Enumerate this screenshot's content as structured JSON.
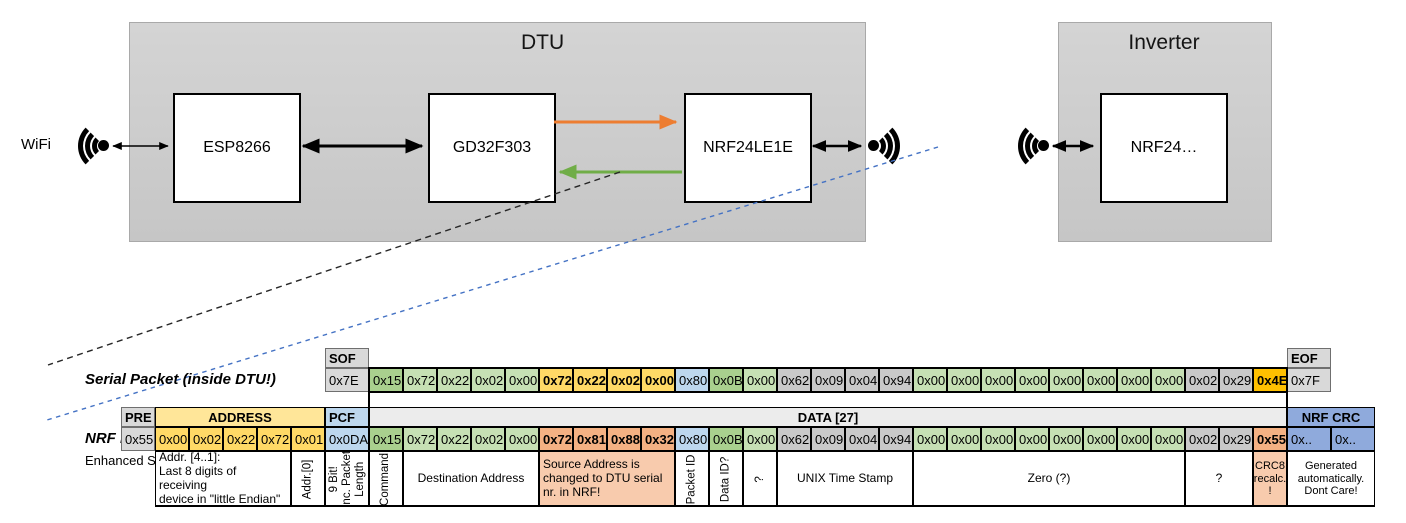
{
  "palette": {
    "hdr": "#D9D9D9",
    "dataHdr": "#ECECEC",
    "g1": "#A9D08E",
    "g2": "#C6E0B4",
    "yel": "#FFD966",
    "yelHdr": "#FFE699",
    "blu": "#BDD7EE",
    "crc": "#8FAADC",
    "gry": "#C9C9C9",
    "gold": "#FFC000",
    "sal": "#F4B183",
    "sal2": "#F8CBAD",
    "white": "#FFFFFF",
    "orange_arrow": "#ED7D31",
    "green_arrow": "#70AD47",
    "blue_dash": "#4472C4"
  },
  "diagram": {
    "wifi_label": "WiFi",
    "dtu_title": "DTU",
    "inverter_title": "Inverter",
    "esp_label": "ESP8266",
    "gd_label": "GD32F303",
    "nrf_label": "NRF24LE1E",
    "inverter_nrf_label": "NRF24…"
  },
  "serial_packet": {
    "label": "Serial Packet (inside DTU!)",
    "headers": [
      {
        "label": "SOF",
        "k": "hdr",
        "c0": 0,
        "c1": 0
      },
      {
        "label": "EOF",
        "k": "hdr",
        "c0": 28,
        "c1": 28
      }
    ],
    "bytes": [
      {
        "v": "0x7E",
        "k": "hdr"
      },
      {
        "v": "0x15",
        "k": "g1"
      },
      {
        "v": "0x72",
        "k": "g2"
      },
      {
        "v": "0x22",
        "k": "g2"
      },
      {
        "v": "0x02",
        "k": "g2"
      },
      {
        "v": "0x00",
        "k": "g2"
      },
      {
        "v": "0x72",
        "k": "yel",
        "b": 1
      },
      {
        "v": "0x22",
        "k": "yel",
        "b": 1
      },
      {
        "v": "0x02",
        "k": "yel",
        "b": 1
      },
      {
        "v": "0x00",
        "k": "yel",
        "b": 1
      },
      {
        "v": "0x80",
        "k": "blu"
      },
      {
        "v": "0x0B",
        "k": "g1"
      },
      {
        "v": "0x00",
        "k": "g2"
      },
      {
        "v": "0x62",
        "k": "gry"
      },
      {
        "v": "0x09",
        "k": "gry"
      },
      {
        "v": "0x04",
        "k": "gry"
      },
      {
        "v": "0x94",
        "k": "gry"
      },
      {
        "v": "0x00",
        "k": "g2"
      },
      {
        "v": "0x00",
        "k": "g2"
      },
      {
        "v": "0x00",
        "k": "g2"
      },
      {
        "v": "0x00",
        "k": "g2"
      },
      {
        "v": "0x00",
        "k": "g2"
      },
      {
        "v": "0x00",
        "k": "g2"
      },
      {
        "v": "0x00",
        "k": "g2"
      },
      {
        "v": "0x00",
        "k": "g2"
      },
      {
        "v": "0x02",
        "k": "gry"
      },
      {
        "v": "0x29",
        "k": "gry"
      },
      {
        "v": "0x4E",
        "k": "gold",
        "b": 1
      },
      {
        "v": "0x7F",
        "k": "hdr"
      }
    ]
  },
  "nrf_packet": {
    "label": "NRF Packet",
    "sublabel": "Enhanced Shockburst",
    "headers": [
      {
        "label": "PRE",
        "k": "hdr",
        "c0": 0,
        "c1": 0
      },
      {
        "label": "ADDRESS",
        "k": "yelHdr",
        "c0": 1,
        "c1": 5
      },
      {
        "label": "PCF",
        "k": "blu",
        "c0": 6,
        "c1": 6
      },
      {
        "label": "DATA [27]",
        "k": "dataHdr",
        "c0": 7,
        "c1": 33
      },
      {
        "label": "NRF CRC",
        "k": "crc",
        "c0": 34,
        "c1": 35
      }
    ],
    "bytes": [
      {
        "v": "0x55",
        "k": "hdr"
      },
      {
        "v": "0x00",
        "k": "yel"
      },
      {
        "v": "0x02",
        "k": "yel"
      },
      {
        "v": "0x22",
        "k": "yel"
      },
      {
        "v": "0x72",
        "k": "yel"
      },
      {
        "v": "0x01",
        "k": "yel"
      },
      {
        "v": "0x0DA",
        "k": "blu"
      },
      {
        "v": "0x15",
        "k": "g1"
      },
      {
        "v": "0x72",
        "k": "g2"
      },
      {
        "v": "0x22",
        "k": "g2"
      },
      {
        "v": "0x02",
        "k": "g2"
      },
      {
        "v": "0x00",
        "k": "g2"
      },
      {
        "v": "0x72",
        "k": "sal",
        "b": 1
      },
      {
        "v": "0x81",
        "k": "sal",
        "b": 1
      },
      {
        "v": "0x88",
        "k": "sal",
        "b": 1
      },
      {
        "v": "0x32",
        "k": "sal",
        "b": 1
      },
      {
        "v": "0x80",
        "k": "blu"
      },
      {
        "v": "0x0B",
        "k": "g1"
      },
      {
        "v": "0x00",
        "k": "g2"
      },
      {
        "v": "0x62",
        "k": "gry"
      },
      {
        "v": "0x09",
        "k": "gry"
      },
      {
        "v": "0x04",
        "k": "gry"
      },
      {
        "v": "0x94",
        "k": "gry"
      },
      {
        "v": "0x00",
        "k": "g2"
      },
      {
        "v": "0x00",
        "k": "g2"
      },
      {
        "v": "0x00",
        "k": "g2"
      },
      {
        "v": "0x00",
        "k": "g2"
      },
      {
        "v": "0x00",
        "k": "g2"
      },
      {
        "v": "0x00",
        "k": "g2"
      },
      {
        "v": "0x00",
        "k": "g2"
      },
      {
        "v": "0x00",
        "k": "g2"
      },
      {
        "v": "0x02",
        "k": "gry"
      },
      {
        "v": "0x29",
        "k": "gry"
      },
      {
        "v": "0x55",
        "k": "sal",
        "b": 1
      },
      {
        "v": "0x..",
        "k": "crc"
      },
      {
        "v": "0x..",
        "k": "crc"
      }
    ],
    "annotations": [
      {
        "text": "Addr. [4..1]:\nLast 8 digits of receiving\ndevice in \"little Endian\"",
        "c0": 1,
        "c1": 4,
        "align": "left"
      },
      {
        "text": "Addr.[0]",
        "c0": 5,
        "c1": 5,
        "vert": true
      },
      {
        "text": "9 Bit!\nInc. Packet\nLength",
        "c0": 6,
        "c1": 6,
        "vert": true
      },
      {
        "text": "Command",
        "c0": 7,
        "c1": 7,
        "vert": true
      },
      {
        "text": "Destination Address",
        "c0": 8,
        "c1": 11
      },
      {
        "text": "Source Address is\nchanged to DTU serial\nnr. in NRF!",
        "c0": 12,
        "c1": 15,
        "bg": "sal2",
        "align": "left"
      },
      {
        "text": "Packet ID",
        "c0": 16,
        "c1": 16,
        "vert": true
      },
      {
        "text": "Data ID?",
        "c0": 17,
        "c1": 17,
        "vert": true
      },
      {
        "text": "?",
        "c0": 18,
        "c1": 18,
        "vert": true
      },
      {
        "text": "UNIX Time Stamp",
        "c0": 19,
        "c1": 22
      },
      {
        "text": "Zero (?)",
        "c0": 23,
        "c1": 30
      },
      {
        "text": "?",
        "c0": 31,
        "c1": 32
      },
      {
        "text": "CRC8\nrecalc.\n!",
        "c0": 33,
        "c1": 33,
        "bg": "sal2",
        "small": true
      },
      {
        "text": "Generated\nautomatically.\nDont Care!",
        "c0": 34,
        "c1": 35,
        "small": true
      }
    ]
  }
}
